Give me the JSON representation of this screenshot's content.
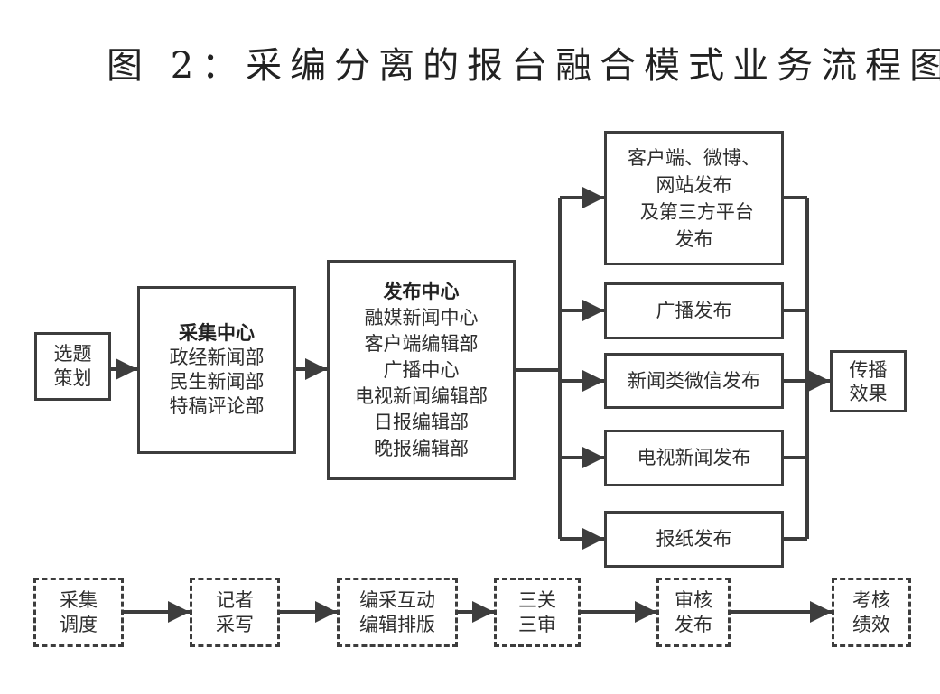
{
  "title": "图 2：采编分离的报台融合模式业务流程图",
  "nodes": {
    "topic_planning": {
      "lines": [
        "选题",
        "策划"
      ]
    },
    "collection_center": {
      "heading": "采集中心",
      "lines": [
        "政经新闻部",
        "民生新闻部",
        "特稿评论部"
      ]
    },
    "publishing_center": {
      "heading": "发布中心",
      "lines": [
        "融媒新闻中心",
        "客户端编辑部",
        "广播中心",
        "电视新闻编辑部",
        "日报编辑部",
        "晚报编辑部"
      ]
    },
    "outputs": [
      {
        "lines": [
          "客户端、微博、",
          "网站发布",
          " 及第三方平台",
          "发布"
        ]
      },
      {
        "lines": [
          "广播发布"
        ]
      },
      {
        "lines": [
          "新闻类微信发布"
        ]
      },
      {
        "lines": [
          "电视新闻发布"
        ]
      },
      {
        "lines": [
          "报纸发布"
        ]
      }
    ],
    "effect": {
      "lines": [
        "传播",
        "效果"
      ]
    }
  },
  "process_steps": [
    {
      "lines": [
        "采集",
        "调度"
      ]
    },
    {
      "lines": [
        "记者",
        "采写"
      ]
    },
    {
      "lines": [
        "编采互动",
        "编辑排版"
      ]
    },
    {
      "lines": [
        "三关",
        "三审"
      ]
    },
    {
      "lines": [
        "审核",
        "发布"
      ]
    },
    {
      "lines": [
        "考核",
        "绩效"
      ]
    }
  ],
  "colors": {
    "stroke": "#3d3d3d",
    "text": "#2e2e2e",
    "background": "#ffffff"
  }
}
